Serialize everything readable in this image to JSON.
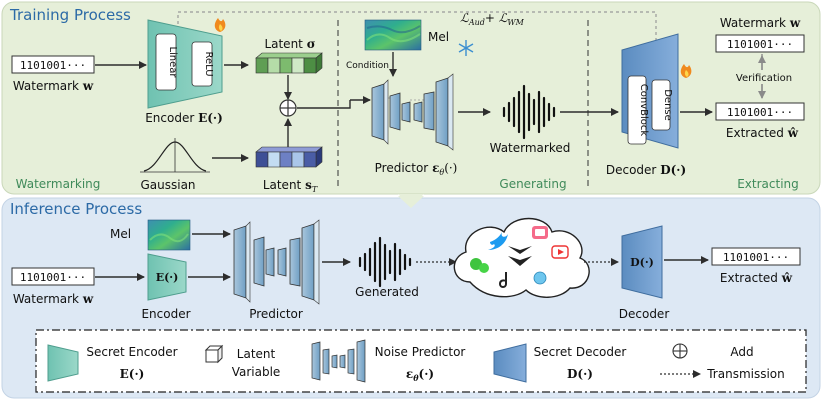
{
  "training": {
    "title": "Training Process",
    "watermark_bits": "1101001···",
    "watermark_label": "Watermark",
    "watermark_symbol": "w",
    "encoder_linear": "Linear",
    "encoder_relu": "ReLU",
    "encoder_label": "Encoder",
    "encoder_symbol": "E(·)",
    "latent_sigma_label": "Latent",
    "latent_sigma_symbol": "σ",
    "gaussian_label": "Gaussian",
    "latent_s_label": "Latent",
    "latent_s_symbol": "s",
    "latent_s_sub": "T",
    "mel_label": "Mel",
    "condition_label": "Condition",
    "predictor_label": "Predictor",
    "predictor_symbol": "ε",
    "predictor_sub": "θ",
    "predictor_arg": "(·)",
    "watermarked_label": "Watermarked",
    "loss_label": "ℒ",
    "loss_sub_aud": "Aud",
    "loss_plus": "+ ℒ",
    "loss_sub_wm": "WM",
    "decoder_convblock": "ConvBlock",
    "decoder_dense": "Dense",
    "decoder_label": "Decoder",
    "decoder_symbol": "D(·)",
    "wm_out_label": "Watermark",
    "wm_out_symbol": "w",
    "wm_out_bits": "1101001···",
    "verification_label": "Verification",
    "extracted_bits": "1101001···",
    "extracted_label": "Extracted",
    "extracted_symbol": "ŵ",
    "stage_watermarking": "Watermarking",
    "stage_generating": "Generating",
    "stage_extracting": "Extracting"
  },
  "inference": {
    "title": "Inference Process",
    "mel_label": "Mel",
    "watermark_bits": "1101001···",
    "watermark_label": "Watermark",
    "watermark_symbol": "w",
    "encoder_symbol": "E(·)",
    "encoder_label": "Encoder",
    "predictor_label": "Predictor",
    "generated_label": "Generated",
    "decoder_symbol": "D(·)",
    "decoder_label": "Decoder",
    "extracted_bits": "1101001···",
    "extracted_label": "Extracted",
    "extracted_symbol": "ŵ"
  },
  "legend": {
    "secret_encoder": "Secret Encoder",
    "secret_encoder_symbol": "E(·)",
    "latent": "Latent",
    "variable": "Variable",
    "noise_predictor": "Noise Predictor",
    "noise_predictor_symbol": "ε",
    "noise_predictor_sub": "θ",
    "noise_predictor_arg": "(·)",
    "secret_decoder": "Secret Decoder",
    "secret_decoder_symbol": "D(·)",
    "add": "Add",
    "transmission": "Transmission"
  },
  "colors": {
    "training_bg": "#e6efd9",
    "inference_bg": "#dde8f4",
    "encoder": "#7fc9b8",
    "decoder": "#6f9bc9",
    "predictor": "#8fb4cf",
    "latent_green": "#5f9e54",
    "latent_blue": "#3d4f96",
    "stage_text": "#3f8a5a",
    "title_text": "#2c6aa6"
  }
}
